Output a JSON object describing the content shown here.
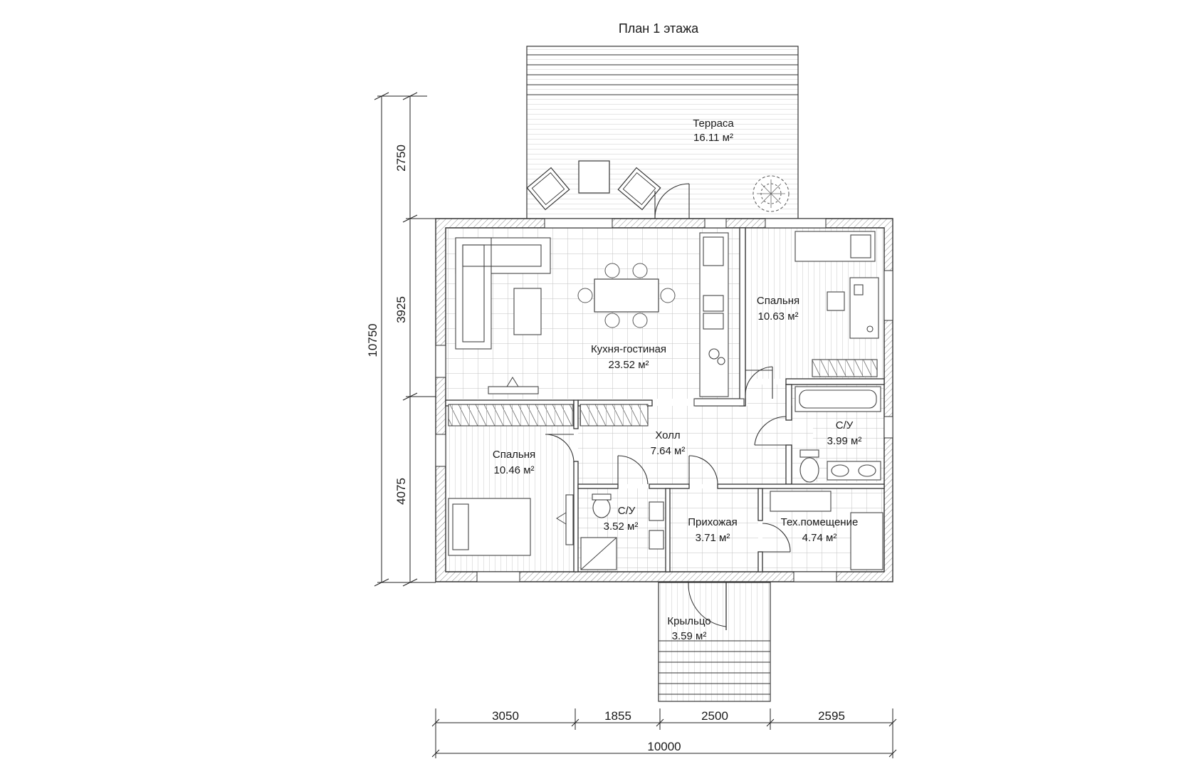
{
  "title": "План 1 этажа",
  "rooms": {
    "terrace": {
      "name": "Терраса",
      "area": "16.11 м²"
    },
    "kitchen": {
      "name": "Кухня-гостиная",
      "area": "23.52 м²"
    },
    "bedroom1": {
      "name": "Спальня",
      "area": "10.63 м²"
    },
    "bath1": {
      "name": "С/У",
      "area": "3.99 м²"
    },
    "hall": {
      "name": "Холл",
      "area": "7.64 м²"
    },
    "bedroom2": {
      "name": "Спальня",
      "area": "10.46 м²"
    },
    "bath2": {
      "name": "С/У",
      "area": "3.52 м²"
    },
    "entry": {
      "name": "Прихожая",
      "area": "3.71 м²"
    },
    "tech": {
      "name": "Тех.помещение",
      "area": "4.74 м²"
    },
    "porch": {
      "name": "Крыльцо",
      "area": "3.59 м²"
    }
  },
  "dims_vertical": {
    "d1": "2750",
    "d2": "3925",
    "d3": "4075",
    "total": "10750"
  },
  "dims_horizontal": {
    "d1": "3050",
    "d2": "1855",
    "d3": "2500",
    "d4": "2595",
    "total": "10000"
  },
  "colors": {
    "line": "#333333",
    "grid": "#b8b8b8",
    "hatch": "#8a8a8a",
    "paper": "#ffffff"
  }
}
